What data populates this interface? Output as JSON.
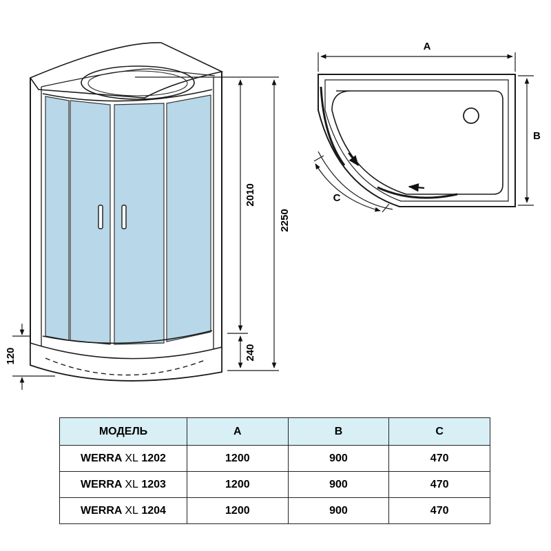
{
  "front_view": {
    "dims": {
      "total_height": "2250",
      "cabin_height": "2010",
      "tray_height": "240",
      "tray_step": "120"
    }
  },
  "top_view": {
    "dims": {
      "a": "A",
      "b": "B",
      "c": "C"
    }
  },
  "table": {
    "headers": [
      "МОДЕЛЬ",
      "A",
      "B",
      "C"
    ],
    "rows": [
      {
        "series": "WERRA",
        "variant": "XL",
        "number": "1202",
        "a": "1200",
        "b": "900",
        "c": "470"
      },
      {
        "series": "WERRA",
        "variant": "XL",
        "number": "1203",
        "a": "1200",
        "b": "900",
        "c": "470"
      },
      {
        "series": "WERRA",
        "variant": "XL",
        "number": "1204",
        "a": "1200",
        "b": "900",
        "c": "470"
      }
    ]
  },
  "colors": {
    "glass": "#b8d7e8",
    "table_header": "#d9eff6",
    "line": "#1a1a1a"
  }
}
